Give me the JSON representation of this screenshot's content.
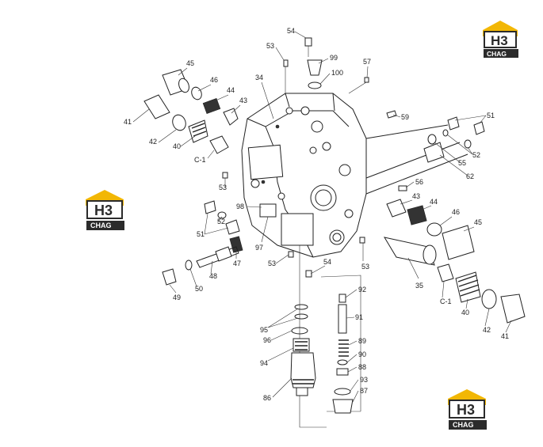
{
  "callouts": [
    "54",
    "53",
    "99",
    "100",
    "57",
    "34",
    "45",
    "46",
    "44",
    "43",
    "41",
    "59",
    "51",
    "52",
    "42",
    "40",
    "C-1",
    "55",
    "62",
    "56",
    "53",
    "43",
    "44",
    "46",
    "45",
    "98",
    "52",
    "51",
    "97",
    "47",
    "53",
    "54",
    "53",
    "35",
    "48",
    "50",
    "49",
    "C-1",
    "40",
    "42",
    "41",
    "92",
    "91",
    "95",
    "96",
    "94",
    "89",
    "90",
    "88",
    "93",
    "87",
    "86"
  ],
  "logos": [
    {
      "name": "logo-top-right",
      "mark": "H3",
      "word": "CHAG"
    },
    {
      "name": "logo-left",
      "mark": "H3",
      "word": "CHAG"
    },
    {
      "name": "logo-bottom-right",
      "mark": "H3",
      "word": "CHAG"
    }
  ],
  "colors": {
    "accent": "#f2b705",
    "ink": "#222222",
    "logo_dark": "#2b2b2b"
  }
}
